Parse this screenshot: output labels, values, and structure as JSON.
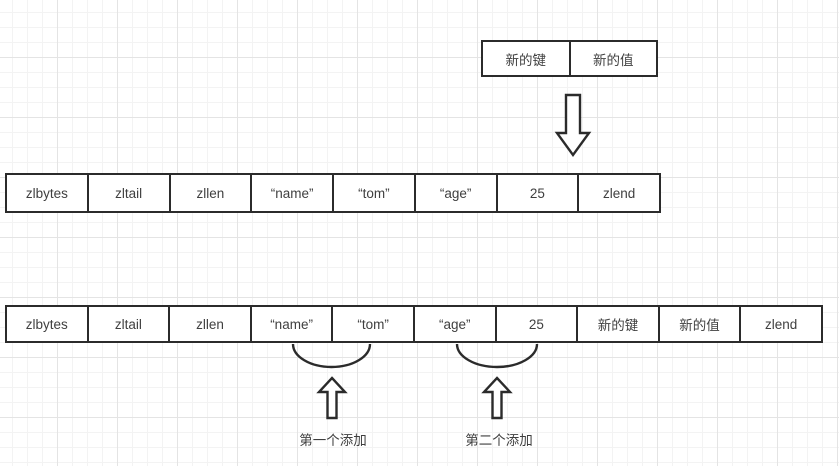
{
  "diagram": {
    "top_box": {
      "cells": [
        "新的键",
        "新的值"
      ]
    },
    "row1": {
      "cells": [
        "zlbytes",
        "zltail",
        "zllen",
        "“name”",
        "“tom”",
        "“age”",
        "25",
        "zlend"
      ]
    },
    "row2": {
      "cells": [
        "zlbytes",
        "zltail",
        "zllen",
        "“name”",
        "“tom”",
        "“age”",
        "25",
        "新的键",
        "新的值",
        "zlend"
      ]
    },
    "annotations": {
      "first_add_label": "第一个添加",
      "second_add_label": "第二个添加"
    },
    "icons": {
      "down_arrow": "down-block-arrow",
      "up_arrow_first": "up-block-arrow",
      "up_arrow_second": "up-block-arrow",
      "brace_first": "arc-brace",
      "brace_second": "arc-brace"
    },
    "colors": {
      "line": "#2b2b2b",
      "text": "#3f3f3f",
      "grid_major": "#e4e4e4",
      "grid_minor": "#f3f3f3",
      "background": "#ffffff"
    }
  }
}
